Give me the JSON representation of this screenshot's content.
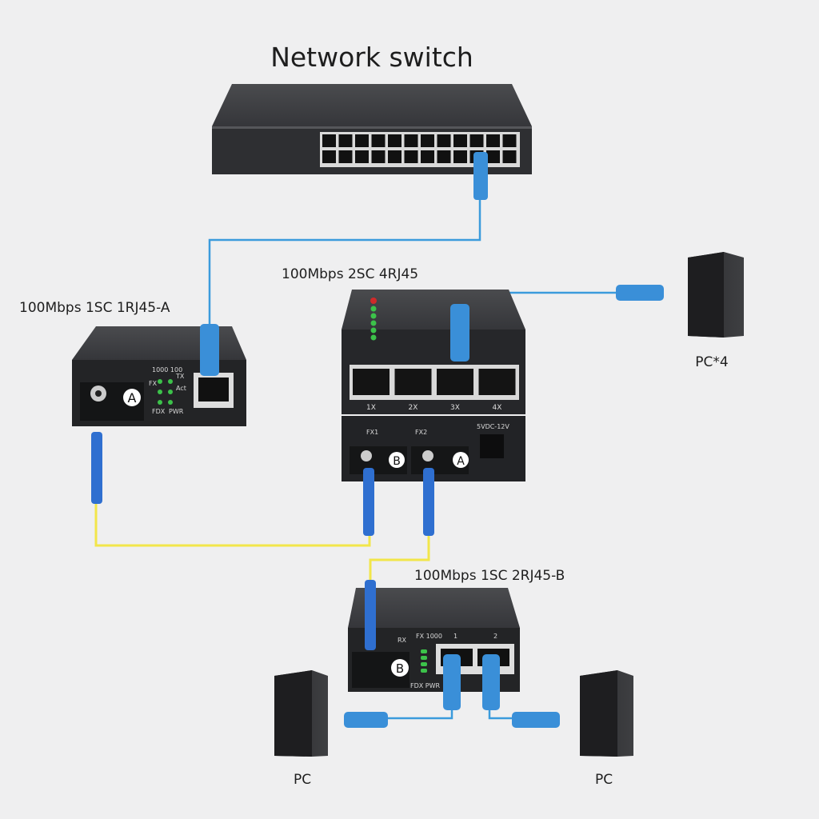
{
  "title": "Network switch",
  "devices": {
    "converter_a": {
      "label": "100Mbps 1SC 1RJ45-A",
      "badge": "A",
      "led_labels": [
        "1000 100",
        "FX",
        "TX",
        "Act",
        "FDX",
        "PWR"
      ]
    },
    "converter_2sc4rj45": {
      "label": "100Mbps 2SC 4RJ45",
      "ports": [
        "1X",
        "2X",
        "3X",
        "4X"
      ],
      "fiber_ports": [
        "FX1",
        "FX2"
      ],
      "fiber_badges": [
        "B",
        "A"
      ],
      "power": "5VDC-12V"
    },
    "converter_b": {
      "label": "100Mbps 1SC 2RJ45-B",
      "badge": "B",
      "texts": [
        "RX",
        "FX 1000",
        "1",
        "2",
        "FDX PWR"
      ]
    }
  },
  "pcs": {
    "group": "PC*4",
    "left": "PC",
    "right": "PC"
  },
  "colors": {
    "background": "#efeff0",
    "device": "#2a2b2d",
    "ethernet_cable": "#3a8fd8",
    "fiber_cable": "#f2e64a",
    "led": "#3cc24a"
  }
}
